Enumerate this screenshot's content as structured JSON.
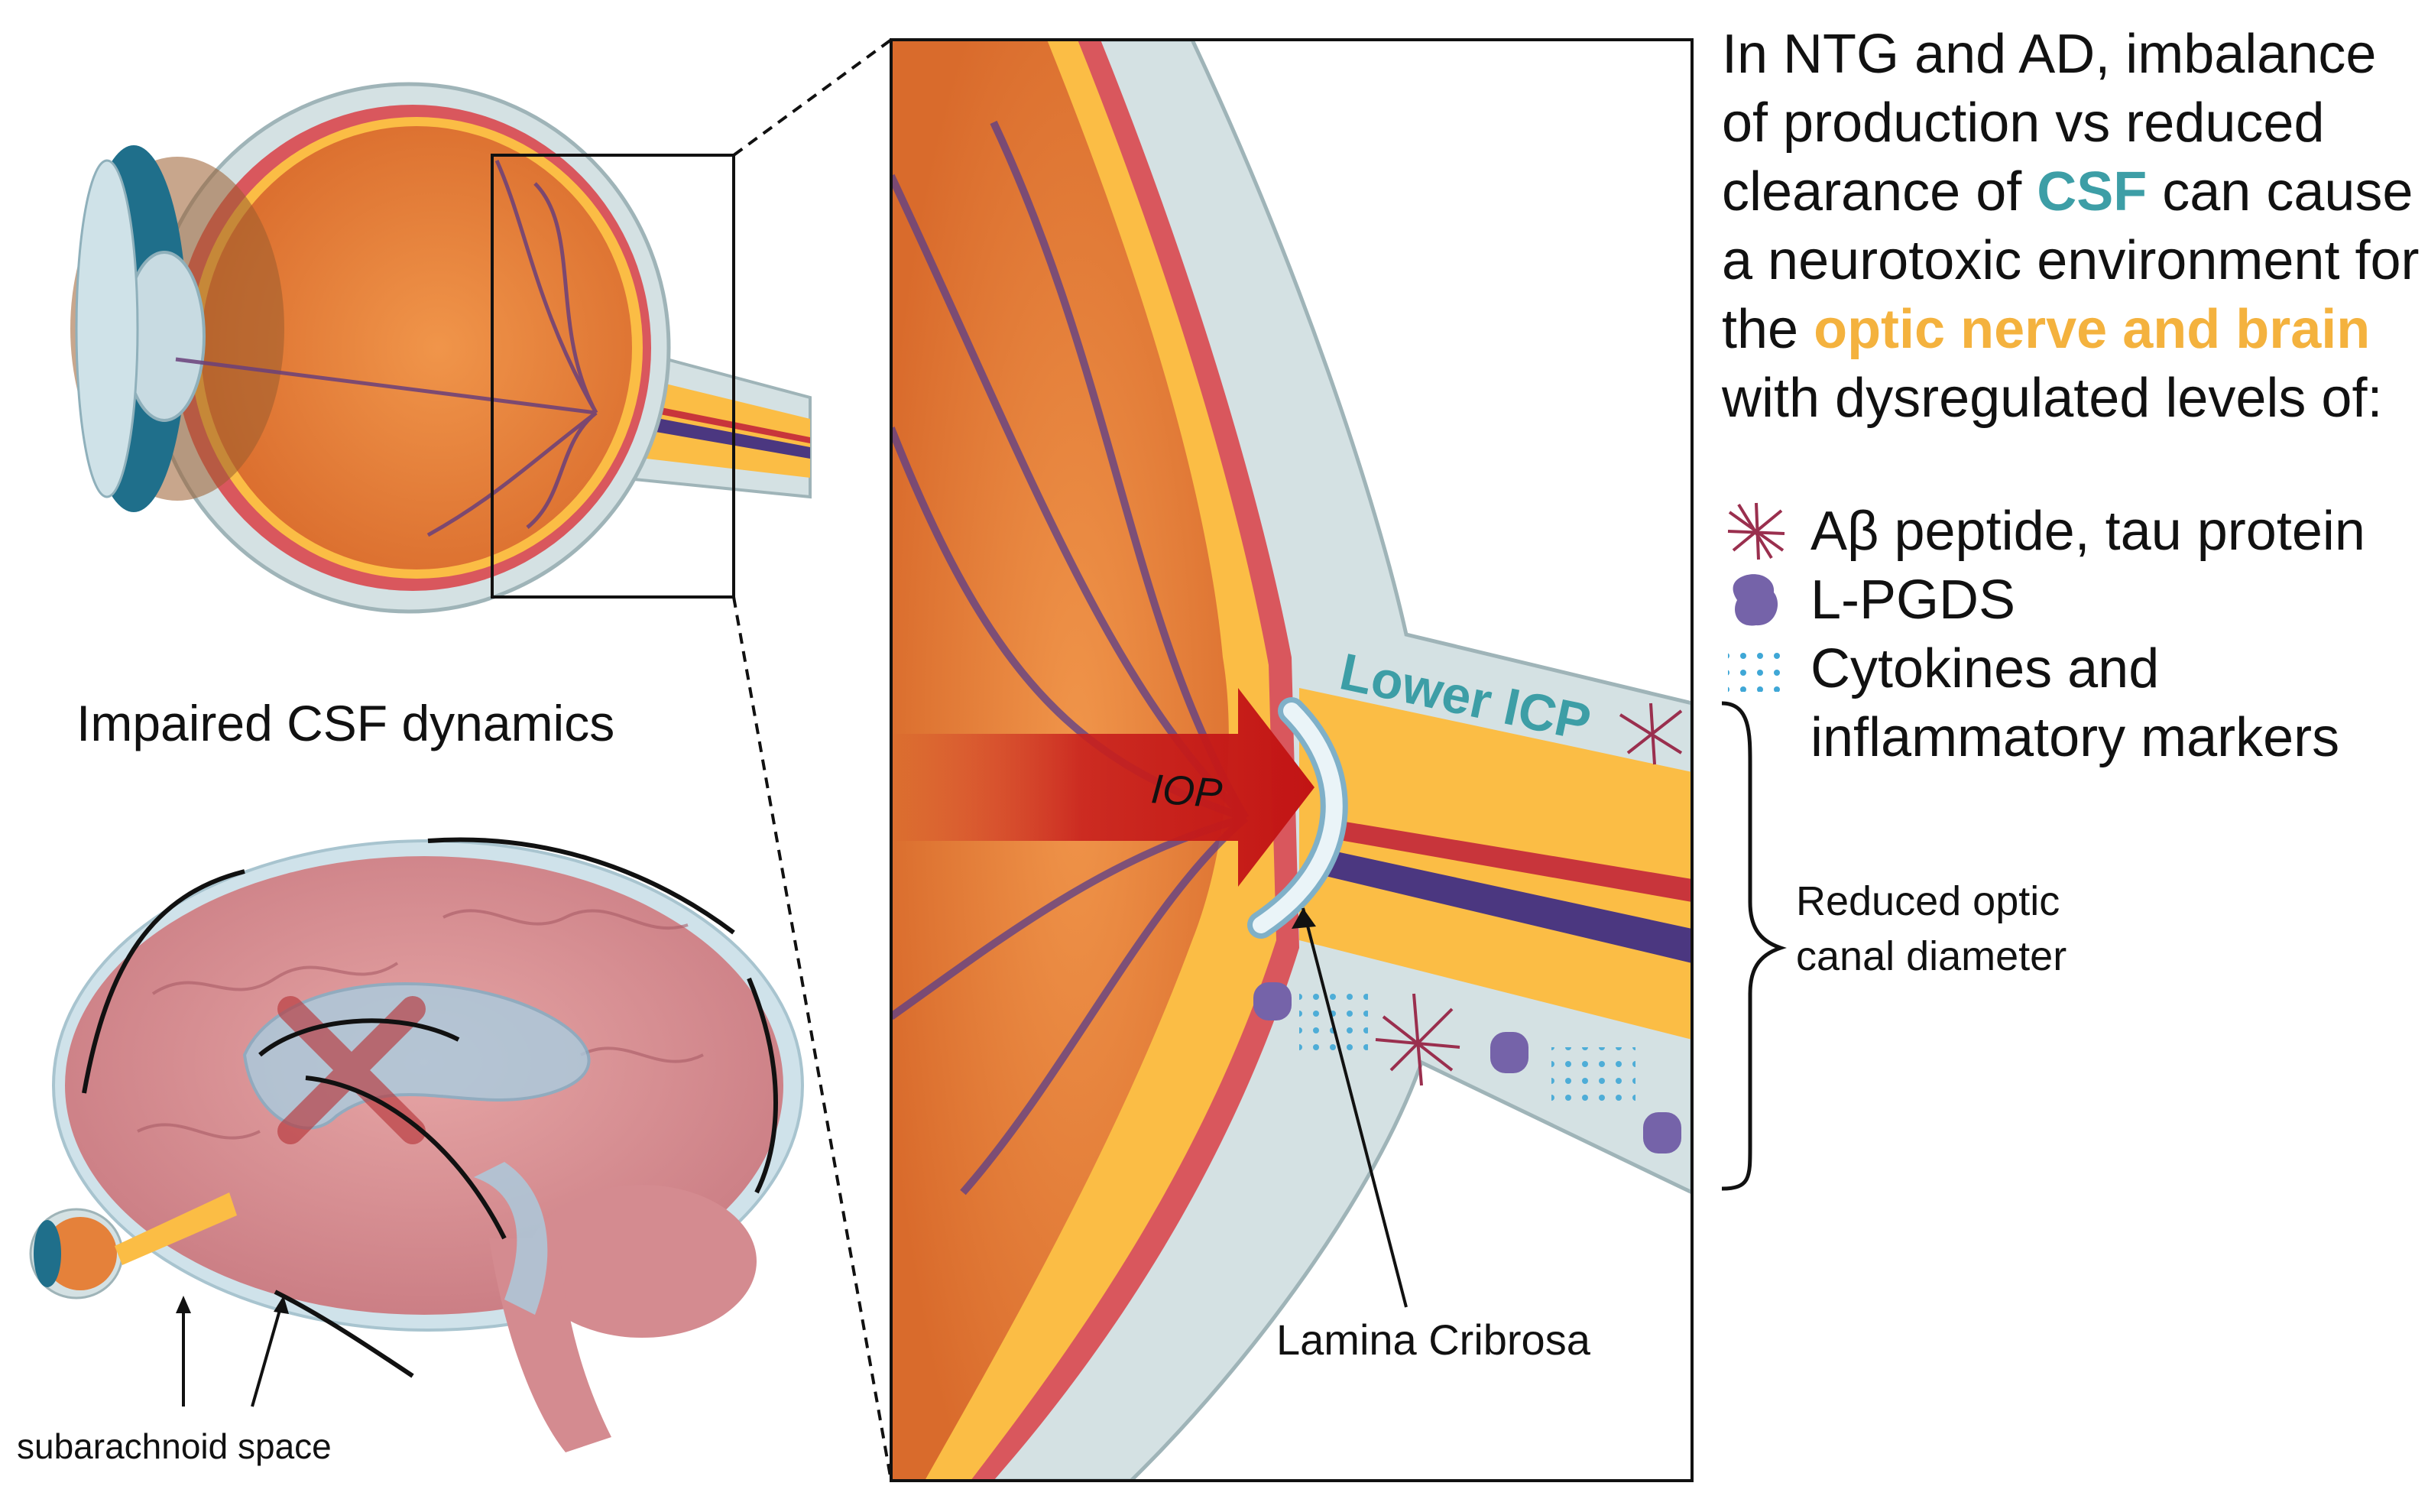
{
  "labels": {
    "left_caption": "Impaired CSF dynamics",
    "subarachnoid": "subarachnoid space",
    "lamina": "Lamina Cribrosa",
    "iop": "IOP",
    "lower_icp": "Lower ICP",
    "reduced": "Reduced optic canal diameter"
  },
  "paragraph": {
    "part1": "In NTG and AD, imbalance of production vs reduced clearance of ",
    "csf": "CSF",
    "part2": " can cause a neurotoxic environment for the ",
    "optic": "optic nerve and brain",
    "part3": " with dysregulated levels of:"
  },
  "markers": [
    {
      "label": "Aβ peptide, tau protein",
      "icon": "amyloid-fibril-icon"
    },
    {
      "label": "L-PGDS",
      "icon": "protein-blob-icon"
    },
    {
      "label": "Cytokines and inflammatory markers",
      "icon": "cytokine-dots-icon"
    }
  ],
  "colors": {
    "csf": "#3d9ea6",
    "optic": "#f4b23e",
    "sclera": "#d4e1e3",
    "retina_orange": "#e5813a",
    "nerve_yellow": "#fbbd45",
    "iop_arrow": "#c8201d",
    "vessel_purple": "#4b3780"
  }
}
